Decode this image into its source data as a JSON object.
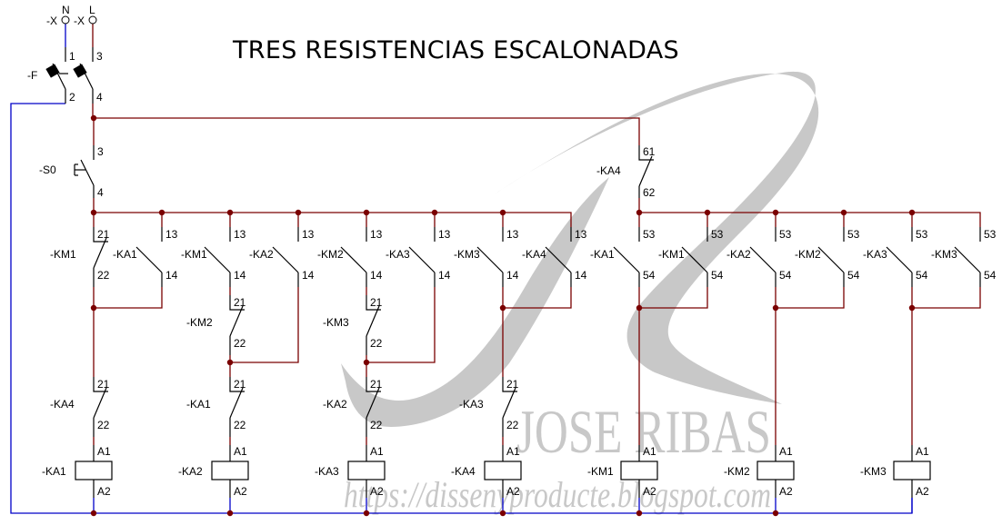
{
  "title": "TRES RESISTENCIAS ESCALONADAS",
  "colors": {
    "wire_phase": "#7a0000",
    "wire_neutral": "#0000c8",
    "contact": "#000000",
    "node": "#7a0000",
    "watermark": "#c8c8c8"
  },
  "watermark": {
    "name": "JOSE RIBAS",
    "url": "https://dissenyproducte.blogspot.com"
  },
  "supply": {
    "neutral": {
      "terminal": "-X",
      "label": "N"
    },
    "line": {
      "terminal": "-X",
      "label": "L"
    },
    "breaker": {
      "tag": "-F",
      "pins": [
        "1",
        "2",
        "3",
        "4"
      ]
    }
  },
  "stop_button": {
    "tag": "-S0",
    "pins": [
      "3",
      "4"
    ]
  },
  "ka4_nc_top": {
    "tag": "-KA4",
    "pins": [
      "61",
      "62"
    ]
  },
  "left_contacts": [
    {
      "col": 0,
      "tag": "-KM1",
      "type": "NC",
      "pins": [
        "21",
        "22"
      ]
    },
    {
      "col": 1,
      "tag": "-KA1",
      "type": "NO",
      "pins": [
        "13",
        "14"
      ]
    },
    {
      "col": 2,
      "tag": "-KM1",
      "type": "NO",
      "pins": [
        "13",
        "14"
      ]
    },
    {
      "col": 3,
      "tag": "-KA2",
      "type": "NO",
      "pins": [
        "13",
        "14"
      ]
    },
    {
      "col": 4,
      "tag": "-KM2",
      "type": "NO",
      "pins": [
        "13",
        "14"
      ]
    },
    {
      "col": 5,
      "tag": "-KA3",
      "type": "NO",
      "pins": [
        "13",
        "14"
      ]
    },
    {
      "col": 6,
      "tag": "-KM3",
      "type": "NO",
      "pins": [
        "13",
        "14"
      ]
    },
    {
      "col": 7,
      "tag": "-KA4",
      "type": "NO",
      "pins": [
        "13",
        "14"
      ]
    }
  ],
  "interlock_contacts": [
    {
      "col": 2,
      "tag": "-KM2",
      "type": "NC",
      "pins": [
        "21",
        "22"
      ]
    },
    {
      "col": 4,
      "tag": "-KM3",
      "type": "NC",
      "pins": [
        "21",
        "22"
      ]
    }
  ],
  "lower_contacts": [
    {
      "col": 0,
      "tag": "-KA4",
      "type": "NC",
      "pins": [
        "21",
        "22"
      ]
    },
    {
      "col": 2,
      "tag": "-KA1",
      "type": "NC",
      "pins": [
        "21",
        "22"
      ]
    },
    {
      "col": 4,
      "tag": "-KA2",
      "type": "NC",
      "pins": [
        "21",
        "22"
      ]
    },
    {
      "col": 6,
      "tag": "-KA3",
      "type": "NC",
      "pins": [
        "21",
        "22"
      ]
    }
  ],
  "right_contacts": [
    {
      "col": 8,
      "tag": "-KA1",
      "type": "NO",
      "pins": [
        "53",
        "54"
      ]
    },
    {
      "col": 9,
      "tag": "-KM1",
      "type": "NO",
      "pins": [
        "53",
        "54"
      ]
    },
    {
      "col": 10,
      "tag": "-KA2",
      "type": "NO",
      "pins": [
        "53",
        "54"
      ]
    },
    {
      "col": 11,
      "tag": "-KM2",
      "type": "NO",
      "pins": [
        "53",
        "54"
      ]
    },
    {
      "col": 12,
      "tag": "-KA3",
      "type": "NO",
      "pins": [
        "53",
        "54"
      ]
    },
    {
      "col": 13,
      "tag": "-KM3",
      "type": "NO",
      "pins": [
        "53",
        "54"
      ]
    }
  ],
  "coils": [
    {
      "col": 0,
      "tag": "-KA1",
      "pins": [
        "A1",
        "A2"
      ]
    },
    {
      "col": 2,
      "tag": "-KA2",
      "pins": [
        "A1",
        "A2"
      ]
    },
    {
      "col": 4,
      "tag": "-KA3",
      "pins": [
        "A1",
        "A2"
      ]
    },
    {
      "col": 6,
      "tag": "-KA4",
      "pins": [
        "A1",
        "A2"
      ]
    },
    {
      "col": 8,
      "tag": "-KM1",
      "pins": [
        "A1",
        "A2"
      ]
    },
    {
      "col": 10,
      "tag": "-KM2",
      "pins": [
        "A1",
        "A2"
      ]
    },
    {
      "col": 12,
      "tag": "-KM3",
      "pins": [
        "A1",
        "A2"
      ]
    }
  ]
}
